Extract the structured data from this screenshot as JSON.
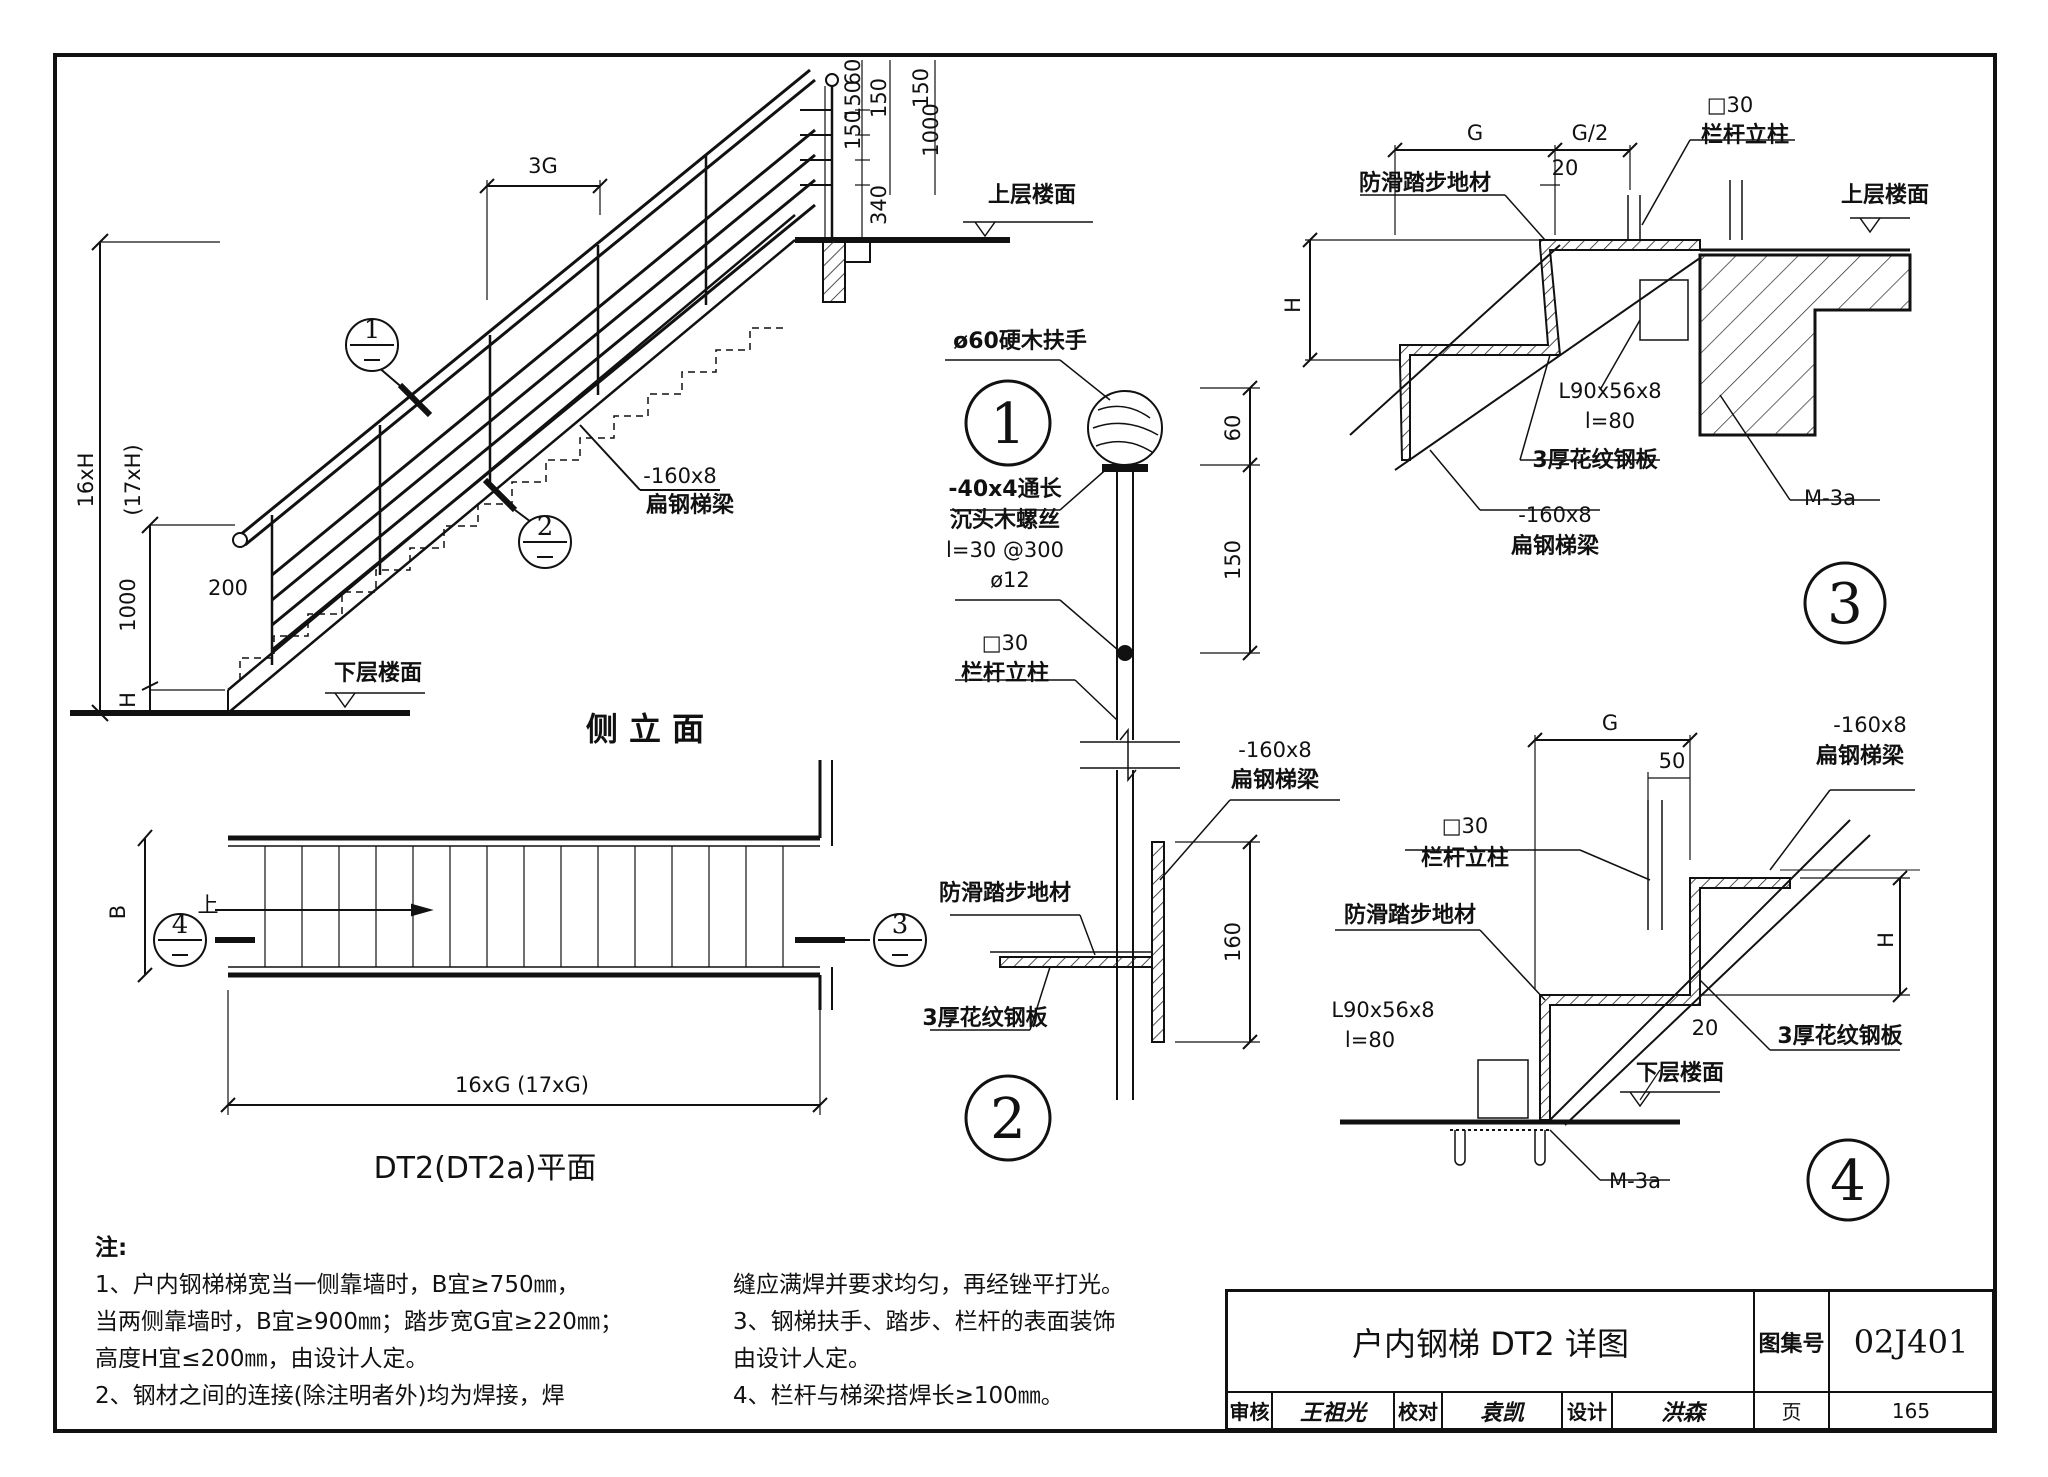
{
  "views": {
    "side_elevation": {
      "title": "侧 立 面",
      "labels": {
        "upper_floor": "上层楼面",
        "lower_floor": "下层楼面",
        "beam_size": "-160x8",
        "beam_name": "扁钢梯梁"
      },
      "dims": {
        "top_run": "3G",
        "total_height": "16xH",
        "total_height_alt": "(17xH)",
        "rail_height": "1000",
        "step": "H",
        "offset": "200",
        "rail_h": "1000",
        "sp_60": "60",
        "sp_150a": "150",
        "sp_150b": "150",
        "sp_150c": "150",
        "sp_150d": "150",
        "sp_340": "340"
      },
      "callouts": [
        "1",
        "2"
      ]
    },
    "plan": {
      "title": "DT2(DT2a)平面",
      "labels": {
        "up": "上"
      },
      "dims": {
        "width": "B",
        "length": "16xG (17xG)"
      },
      "callouts": [
        "4",
        "3"
      ]
    },
    "detail_1_2": {
      "numbers": [
        "1",
        "2"
      ],
      "labels": {
        "handrail": "ø60硬木扶手",
        "flat_bar": "-40x4通长",
        "screw": "沉头木螺丝",
        "screw_spec": "l=30 @300",
        "rod": "ø12",
        "post_size": "□30",
        "post_name": "栏杆立柱",
        "beam_size": "-160x8",
        "beam_name": "扁钢梯梁",
        "tread_material": "防滑踏步地材",
        "plate": "3厚花纹钢板"
      },
      "dims": {
        "d60": "60",
        "d150": "150",
        "d160": "160"
      }
    },
    "detail_3": {
      "number": "3",
      "labels": {
        "g": "G",
        "g_half": "G/2",
        "d20": "20",
        "post_size": "□30",
        "post_name": "栏杆立柱",
        "tread_material": "防滑踏步地材",
        "upper_floor": "上层楼面",
        "h": "H",
        "angle": "L90x56x8",
        "angle_len": "l=80",
        "plate": "3厚花纹钢板",
        "beam_size": "-160x8",
        "beam_name": "扁钢梯梁",
        "embed": "M-3a"
      }
    },
    "detail_4": {
      "number": "4",
      "labels": {
        "g": "G",
        "d50": "50",
        "beam_size": "-160x8",
        "beam_name": "扁钢梯梁",
        "post_size": "□30",
        "post_name": "栏杆立柱",
        "tread_material": "防滑踏步地材",
        "h": "H",
        "angle": "L90x56x8",
        "angle_len": "l=80",
        "d20": "20",
        "plate": "3厚花纹钢板",
        "lower_floor": "下层楼面",
        "embed": "M-3a"
      }
    }
  },
  "notes": {
    "heading": "注:",
    "left": [
      "1、户内钢梯梯宽当一侧靠墙时，B宜≥750㎜，",
      "当两侧靠墙时，B宜≥900㎜；踏步宽G宜≥220㎜；",
      "高度H宜≤200㎜，由设计人定。",
      "2、钢材之间的连接(除注明者外)均为焊接，焊"
    ],
    "right": [
      "缝应满焊并要求均匀，再经锉平打光。",
      "3、钢梯扶手、踏步、栏杆的表面装饰",
      "由设计人定。",
      "4、栏杆与梯梁搭焊长≥100㎜。"
    ]
  },
  "title_block": {
    "title": "户内钢梯 DT2 详图",
    "atlas_label": "图集号",
    "atlas_no": "02J401",
    "review_label": "审核",
    "review_sig": "王祖光",
    "check_label": "校对",
    "check_sig": "袁凯",
    "design_label": "设计",
    "design_sig": "洪森",
    "page_label": "页",
    "page_no": "165"
  }
}
